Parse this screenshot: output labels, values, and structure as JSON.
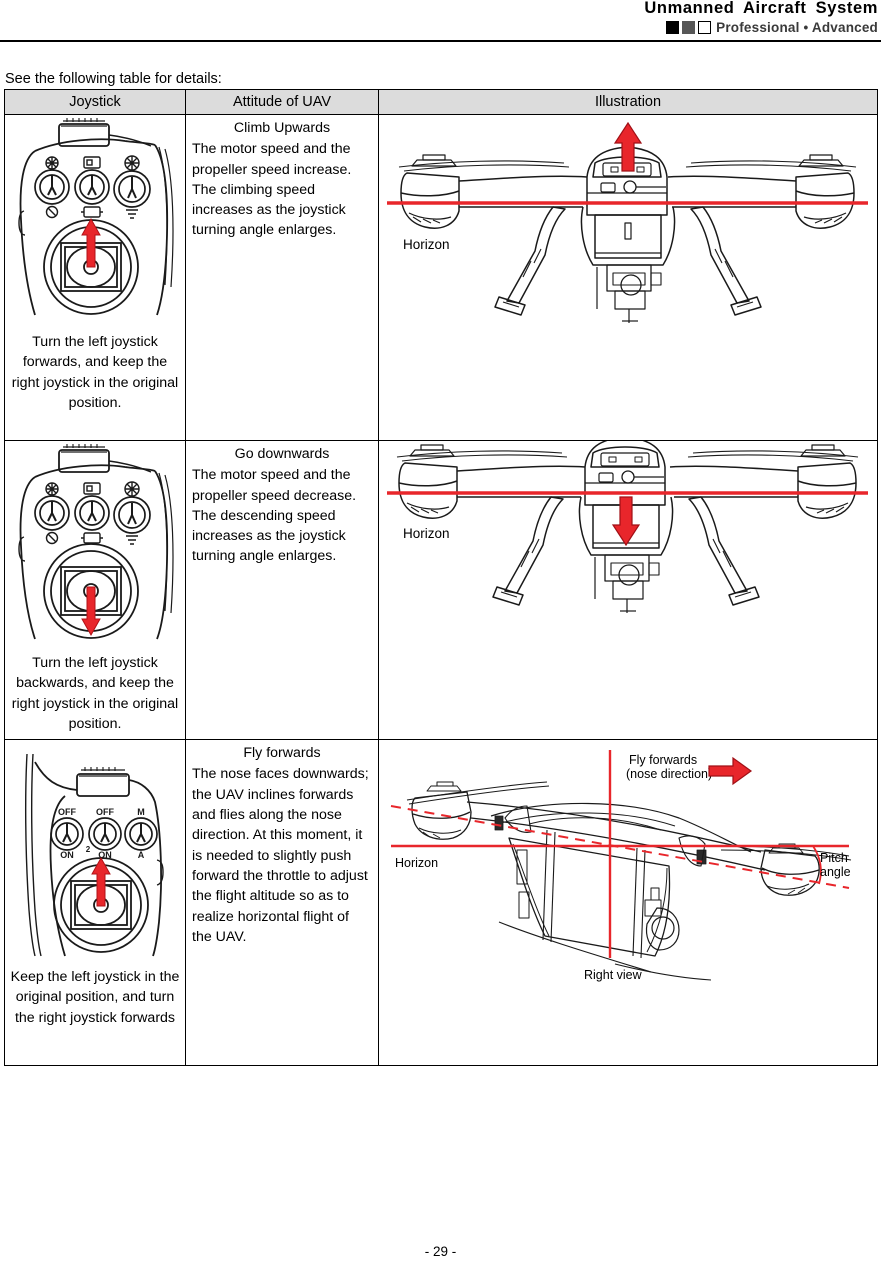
{
  "header": {
    "title": "Unmanned Aircraft System",
    "badge_squares": [
      "black",
      "gray",
      "white"
    ],
    "subtitle": "Professional • Advanced",
    "colors": {
      "square_black": "#000000",
      "square_gray": "#575757",
      "square_white": "#ffffff"
    }
  },
  "intro": "See the following table for details:",
  "table": {
    "headers": {
      "joystick": "Joystick",
      "attitude": "Attitude of UAV",
      "illustration": "Illustration"
    },
    "rows": [
      {
        "joystick_caption": "Turn the left joystick forwards, and keep the right joystick in the original position.",
        "joystick_stick_direction": "up",
        "joystick_switch_labels": [
          "",
          "",
          ""
        ],
        "attitude_title": "Climb Upwards",
        "attitude_body": "The motor speed and the propeller speed increase. The climbing speed increases as the joystick turning angle enlarges.",
        "illustration": {
          "view": "front view",
          "horizon_label": "Horizon",
          "arrow_direction": "up",
          "arrow_color": "#e8262b",
          "horizon_color": "#e8262b"
        }
      },
      {
        "joystick_caption": "Turn the left joystick backwards, and keep the right joystick in the original position.",
        "joystick_stick_direction": "down",
        "joystick_switch_labels": [
          "",
          "",
          ""
        ],
        "attitude_title": "Go downwards",
        "attitude_body": "The motor speed and the propeller speed decrease. The descending speed increases as the joystick turning angle enlarges.",
        "illustration": {
          "view": "front view",
          "horizon_label": "Horizon",
          "arrow_direction": "down",
          "arrow_color": "#e8262b",
          "horizon_color": "#e8262b"
        }
      },
      {
        "joystick_caption": "Keep the left joystick in the original position, and turn the right joystick forwards",
        "joystick_stick_direction": "up",
        "joystick_switch_labels": [
          "OFF / ON",
          "OFF / ON",
          "M / A"
        ],
        "attitude_title": "Fly forwards",
        "attitude_body": "The nose faces downwards; the UAV inclines forwards and flies along the nose direction. At this moment, it is needed to slightly push forward the throttle to adjust the flight altitude so as to realize horizontal flight of the UAV.",
        "illustration": {
          "view": "Right view",
          "horizon_label": "Horizon",
          "fly_label_line1": "Fly forwards",
          "fly_label_line2": "(nose direction)",
          "pitch_label_line1": "Pitch",
          "pitch_label_line2": "angle",
          "view_label": "Right view",
          "arrow_direction": "right",
          "arrow_color": "#e8262b",
          "horizon_color": "#e8262b"
        }
      }
    ]
  },
  "switch_labels_row3": {
    "sw1_top": "OFF",
    "sw1_bottom": "ON",
    "sw2_top": "OFF",
    "sw2_bottom": "ON",
    "sw3_top": "M",
    "sw3_bottom": "A"
  },
  "footer": {
    "page_number": "- 29 -"
  }
}
